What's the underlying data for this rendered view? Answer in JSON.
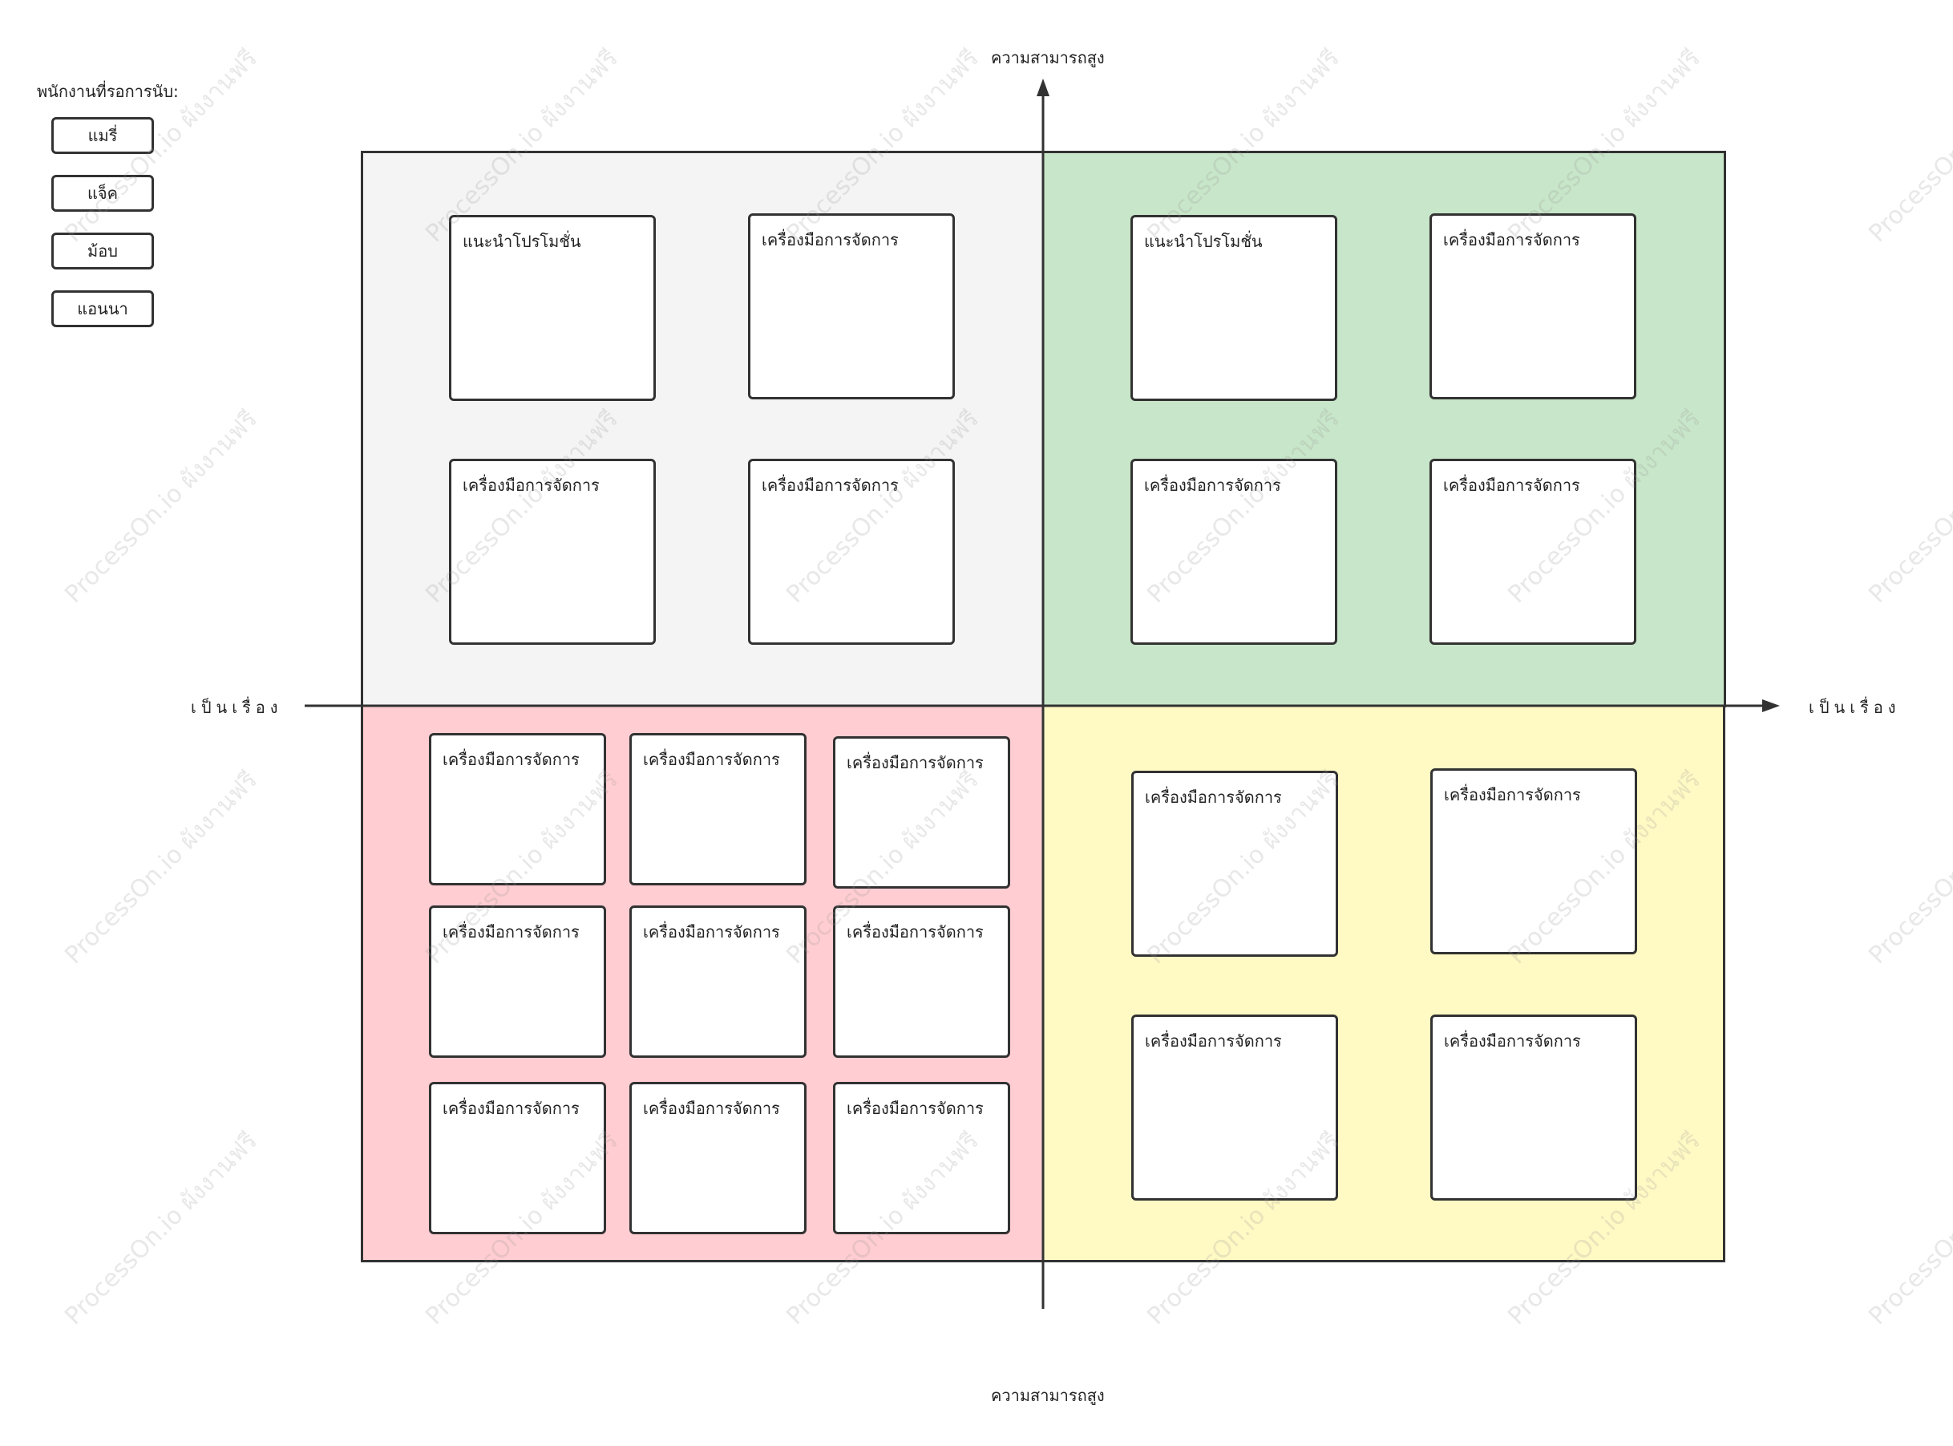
{
  "legend": {
    "title": "พนักงานที่รอการนับ:",
    "items": [
      "แมรี่",
      "แจ็ค",
      "ม้อบ",
      "แอนนา"
    ]
  },
  "axes": {
    "top_label": "ความสามารถสูง",
    "bottom_label": "ความสามารถสูง",
    "left_label": "เป็นเรื่อง",
    "right_label": "เป็นเรื่อง"
  },
  "quadrants": {
    "top_left": {
      "color": "#f4f4f4",
      "cards": [
        "แนะนำโปรโมชั่น",
        "เครื่องมือการจัดการ",
        "เครื่องมือการจัดการ",
        "เครื่องมือการจัดการ"
      ]
    },
    "top_right": {
      "color": "#c8e6c9",
      "cards": [
        "แนะนำโปรโมชั่น",
        "เครื่องมือการจัดการ",
        "เครื่องมือการจัดการ",
        "เครื่องมือการจัดการ"
      ]
    },
    "bottom_left": {
      "color": "#ffcdd2",
      "cards": [
        "เครื่องมือการจัดการ",
        "เครื่องมือการจัดการ",
        "เครื่องมือการจัดการ",
        "เครื่องมือการจัดการ",
        "เครื่องมือการจัดการ",
        "เครื่องมือการจัดการ",
        "เครื่องมือการจัดการ",
        "เครื่องมือการจัดการ",
        "เครื่องมือการจัดการ"
      ]
    },
    "bottom_right": {
      "color": "#fff9c4",
      "cards": [
        "เครื่องมือการจัดการ",
        "เครื่องมือการจัดการ",
        "เครื่องมือการจัดการ",
        "เครื่องมือการจัดการ"
      ]
    }
  },
  "watermark": "ProcessOn.io ผังงานฟรี"
}
